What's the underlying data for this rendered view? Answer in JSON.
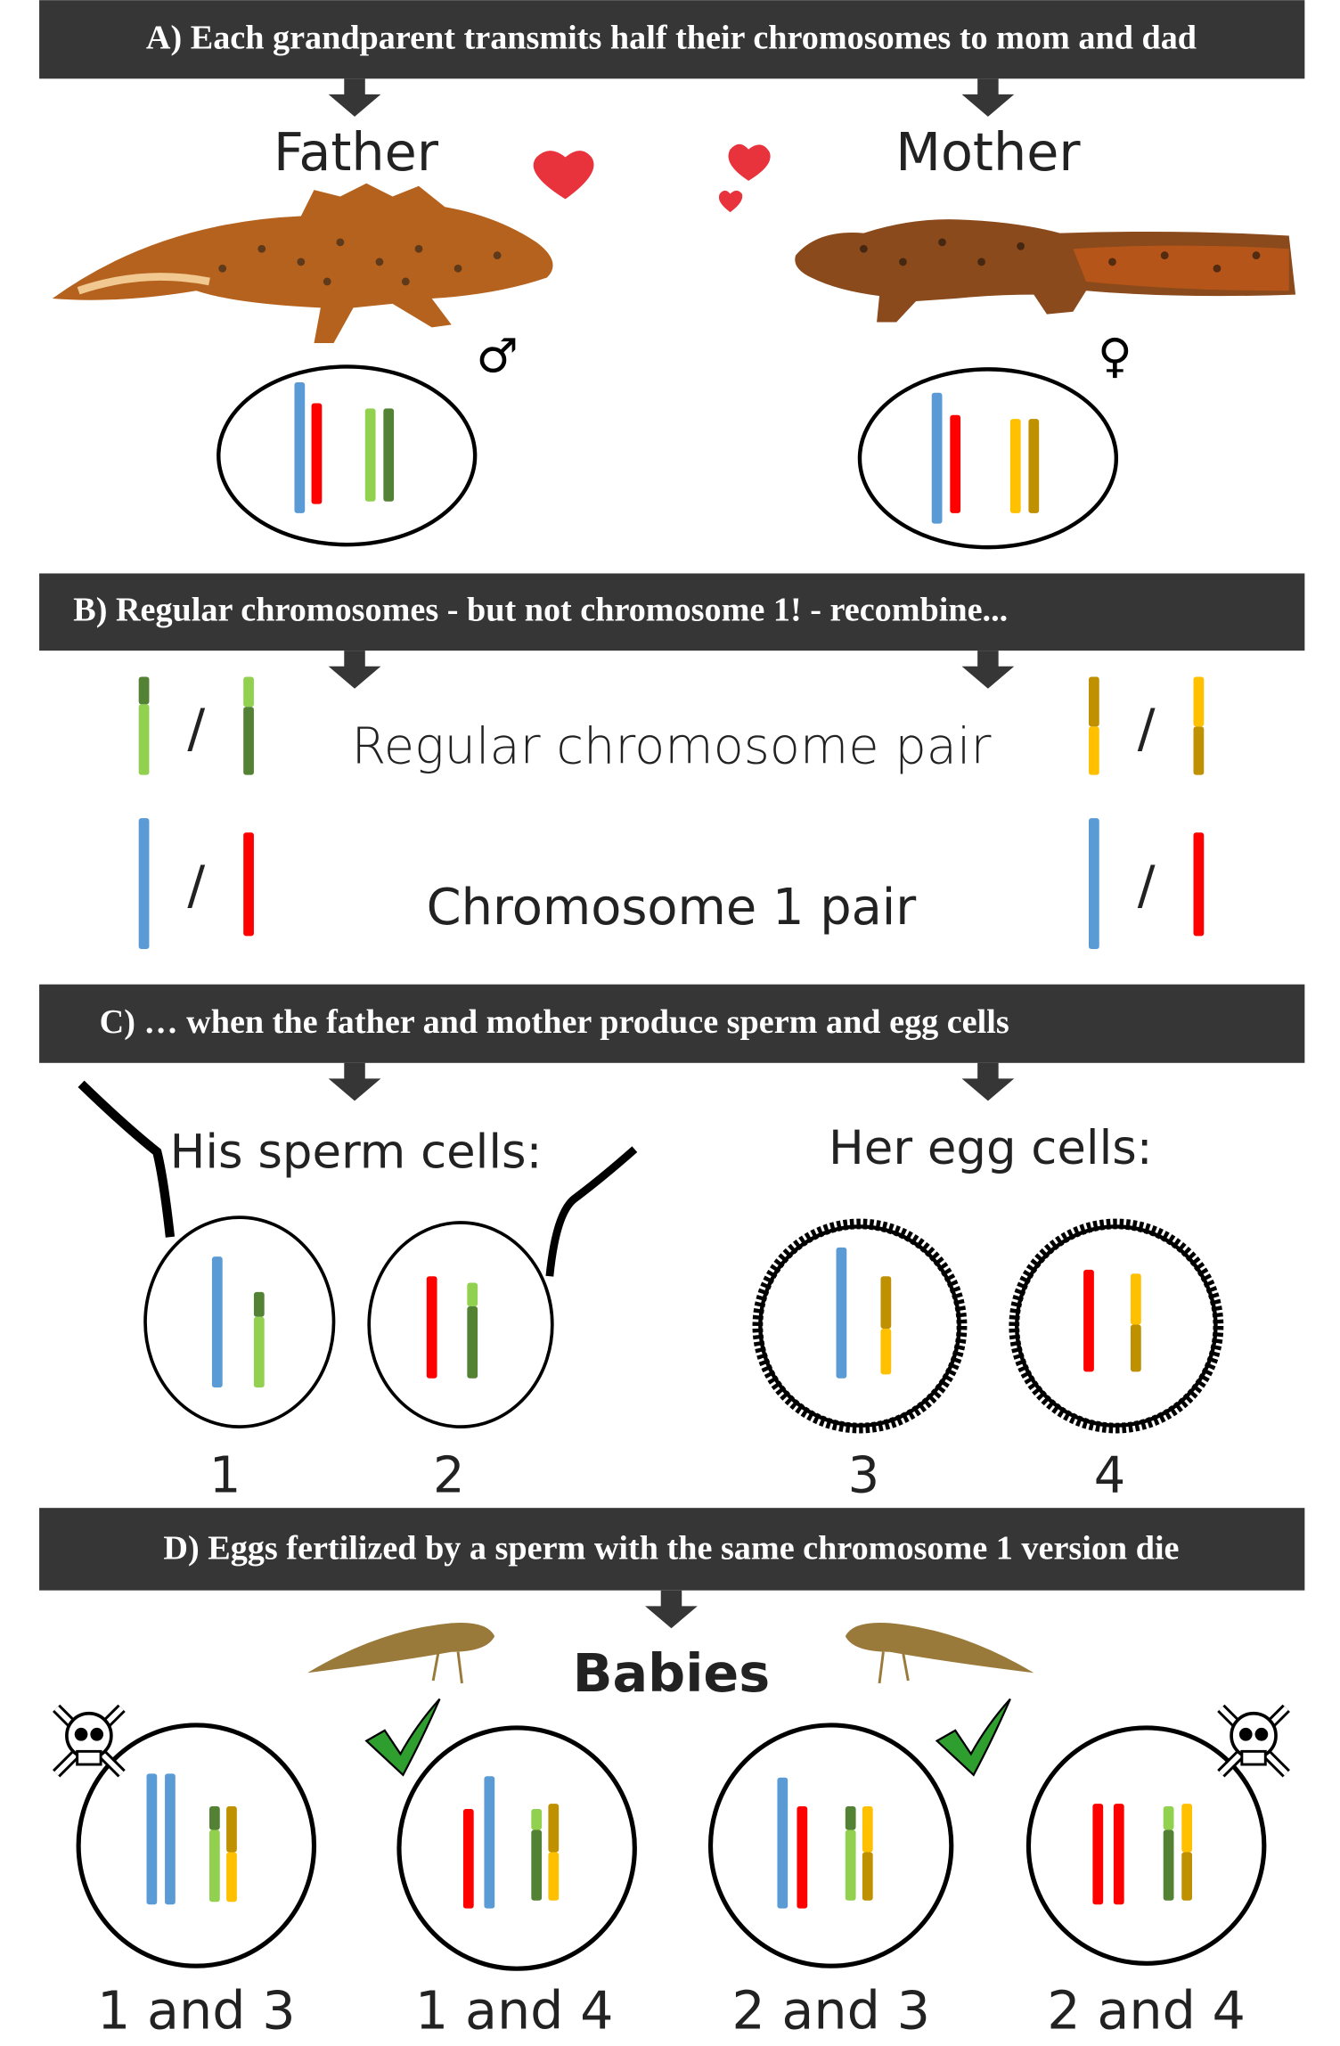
{
  "colors": {
    "banner": "#363636",
    "blue": "#5b9bd5",
    "red": "#ff0000",
    "light_green": "#92d050",
    "dark_green": "#548235",
    "yellow": "#ffc000",
    "dark_yellow": "#bf9000",
    "heart": "#e8323c",
    "check": "#2e9e2e",
    "newt_body": "#a8561c",
    "newt_spots": "#3a2a1a"
  },
  "section_a": {
    "title": "A) Each grandparent transmits half their chromosomes to mom and dad",
    "father_label": "Father",
    "mother_label": "Mother",
    "male_symbol": "♂",
    "female_symbol": "♀"
  },
  "section_b": {
    "title": "B) Regular chromosomes - but not chromosome 1! - recombine...",
    "regular_pair_label": "Regular chromosome pair",
    "chromosome1_pair_label": "Chromosome 1 pair",
    "separator": "/"
  },
  "section_c": {
    "title": "C) … when the father and mother produce sperm and egg cells",
    "sperm_label": "His sperm cells:",
    "egg_label": "Her egg cells:",
    "cell_numbers": [
      "1",
      "2",
      "3",
      "4"
    ]
  },
  "section_d": {
    "title": "D) Eggs fertilized by a sperm with the same chromosome 1 version die",
    "babies_label": "Babies",
    "combinations": [
      {
        "label": "1 and 3",
        "outcome": "dies",
        "icon": "skull-crossbones-icon"
      },
      {
        "label": "1 and 4",
        "outcome": "survives",
        "icon": "check-icon"
      },
      {
        "label": "2 and 3",
        "outcome": "survives",
        "icon": "check-icon"
      },
      {
        "label": "2 and 4",
        "outcome": "dies",
        "icon": "skull-crossbones-icon"
      }
    ]
  }
}
